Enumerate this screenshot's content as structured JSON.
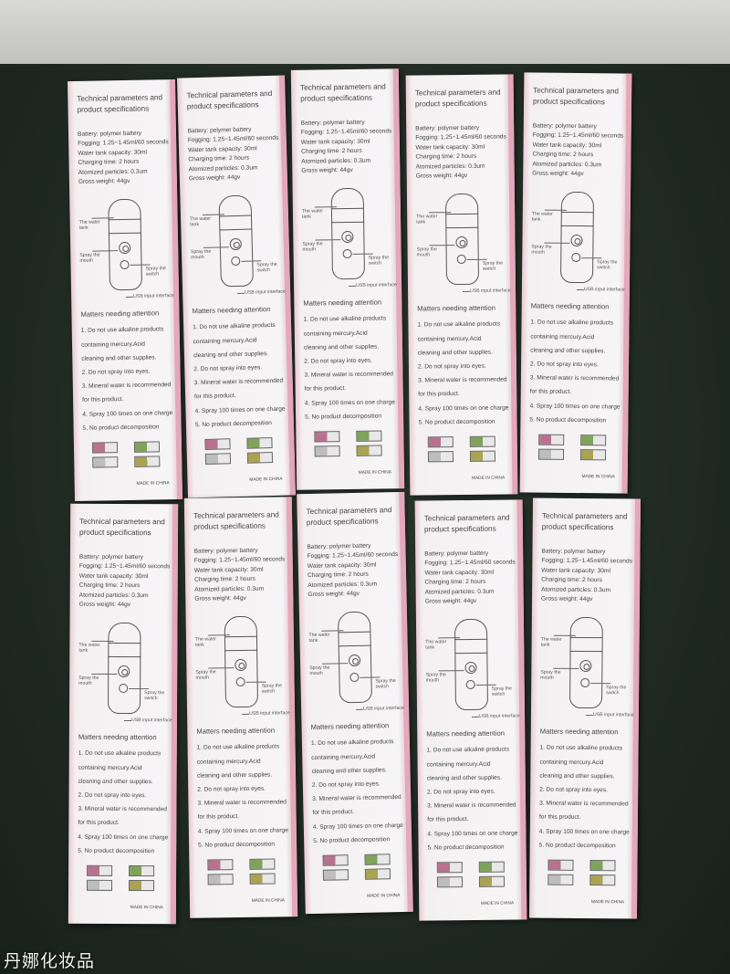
{
  "box": {
    "title": "Technical parameters and product specifications",
    "specs": [
      "Battery: polymer battery",
      "Fogging: 1.25~1.45ml/60 seconds",
      "Water tank capacity: 30ml",
      "Charging time: 2 hours",
      "Atomized particles: 0.3um",
      "Gross weight: 44gv"
    ],
    "diagram_labels": {
      "tank": "The water tank",
      "mouth": "Spray the mouth",
      "switch": "Spray the switch",
      "usb": "USB input interface"
    },
    "attention_heading": "Matters needing attention",
    "attention": [
      "1. Do not use alkaline products",
      "containing mercury.Acid",
      "cleaning and other supplies.",
      "2. Do not spray into eyes.",
      "3. Mineral water is recommended",
      "for this product.",
      "4. Spray 100 times on one charge",
      "5. No product decomposition"
    ],
    "swatch_colors": [
      "#b9728e",
      "#7fa35a",
      "#bdbdbd",
      "#a9a352"
    ],
    "made_in": "MADE IN CHINA"
  },
  "watermark": "丹娜化妆品"
}
